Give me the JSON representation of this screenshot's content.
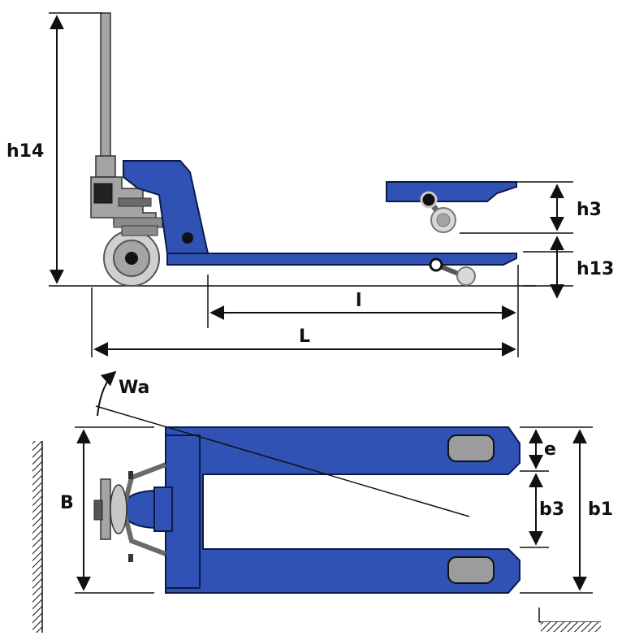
{
  "colors": {
    "body_blue": "#2f52b4",
    "outline": "#0d1a48",
    "metal_gray": "#a4a4a4",
    "dark_gray": "#6a6a6a",
    "dim_line": "#111111",
    "pad_gray": "#9c9c9c"
  },
  "side_view": {
    "labels": {
      "h14": "h14",
      "h3": "h3",
      "h13": "h13",
      "l": "l",
      "L": "L"
    }
  },
  "top_view": {
    "labels": {
      "Wa": "Wa",
      "B": "B",
      "e": "e",
      "b3": "b3",
      "b1": "b1"
    }
  }
}
